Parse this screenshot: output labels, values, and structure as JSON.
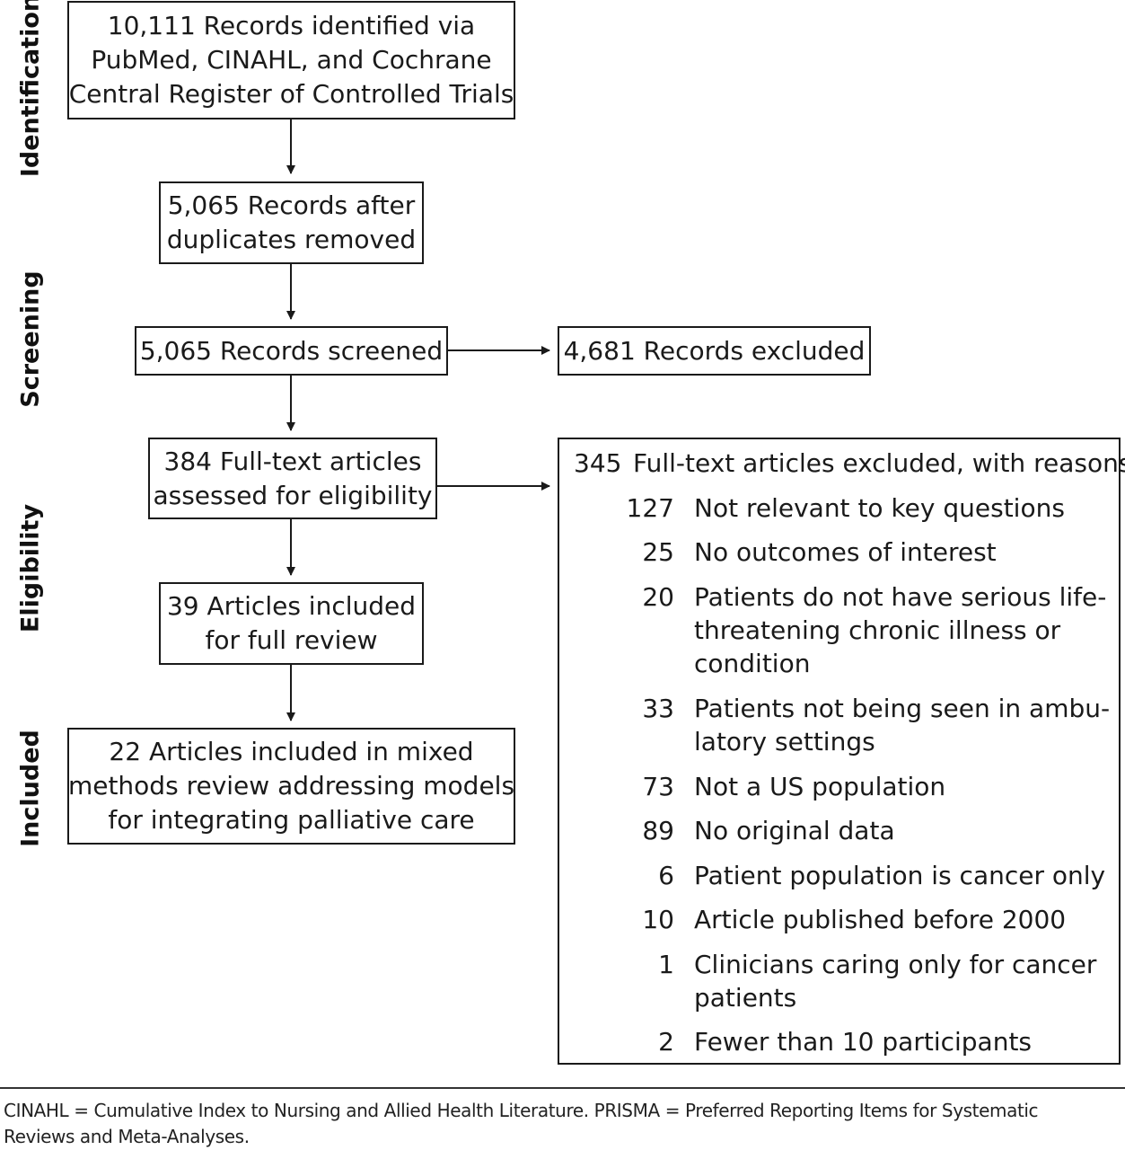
{
  "stages": {
    "identification": "Identification",
    "screening": "Screening",
    "eligibility": "Eligibility",
    "included": "Included"
  },
  "boxes": {
    "identified": [
      "10,111 Records identified via",
      "PubMed, CINAHL, and Cochrane",
      "Central Register of Controlled Trials"
    ],
    "after_duplicates": [
      "5,065 Records after",
      "duplicates removed"
    ],
    "screened": [
      "5,065 Records screened"
    ],
    "excluded": [
      "4,681 Records excluded"
    ],
    "fulltext_assessed": [
      "384 Full-text articles",
      "assessed for eligibility"
    ],
    "full_review": [
      "39 Articles included",
      "for full review"
    ],
    "final_included": [
      "22 Articles included in mixed",
      "methods review addressing models",
      "for integrating palliative care"
    ]
  },
  "exclusions": {
    "count": "345",
    "header": "Full-text articles excluded, with reasons:",
    "reasons": [
      {
        "count": "127",
        "lines": [
          "Not relevant to key questions"
        ]
      },
      {
        "count": "25",
        "lines": [
          "No outcomes of interest"
        ]
      },
      {
        "count": "20",
        "lines": [
          "Patients do not have serious life-",
          "threatening chronic illness or",
          "condition"
        ]
      },
      {
        "count": "33",
        "lines": [
          "Patients not being seen in ambu-",
          "latory settings"
        ]
      },
      {
        "count": "73",
        "lines": [
          "Not a US population"
        ]
      },
      {
        "count": "89",
        "lines": [
          "No original data"
        ]
      },
      {
        "count": "6",
        "lines": [
          "Patient population is cancer only"
        ]
      },
      {
        "count": "10",
        "lines": [
          "Article published before 2000"
        ]
      },
      {
        "count": "1",
        "lines": [
          "Clinicians caring only for cancer",
          "patients"
        ]
      },
      {
        "count": "2",
        "lines": [
          "Fewer than 10 participants"
        ]
      }
    ]
  },
  "footnote": [
    "CINAHL = Cumulative Index to Nursing and Allied Health Literature. PRISMA = Preferred Reporting Items for Systematic",
    "Reviews and Meta-Analyses."
  ]
}
